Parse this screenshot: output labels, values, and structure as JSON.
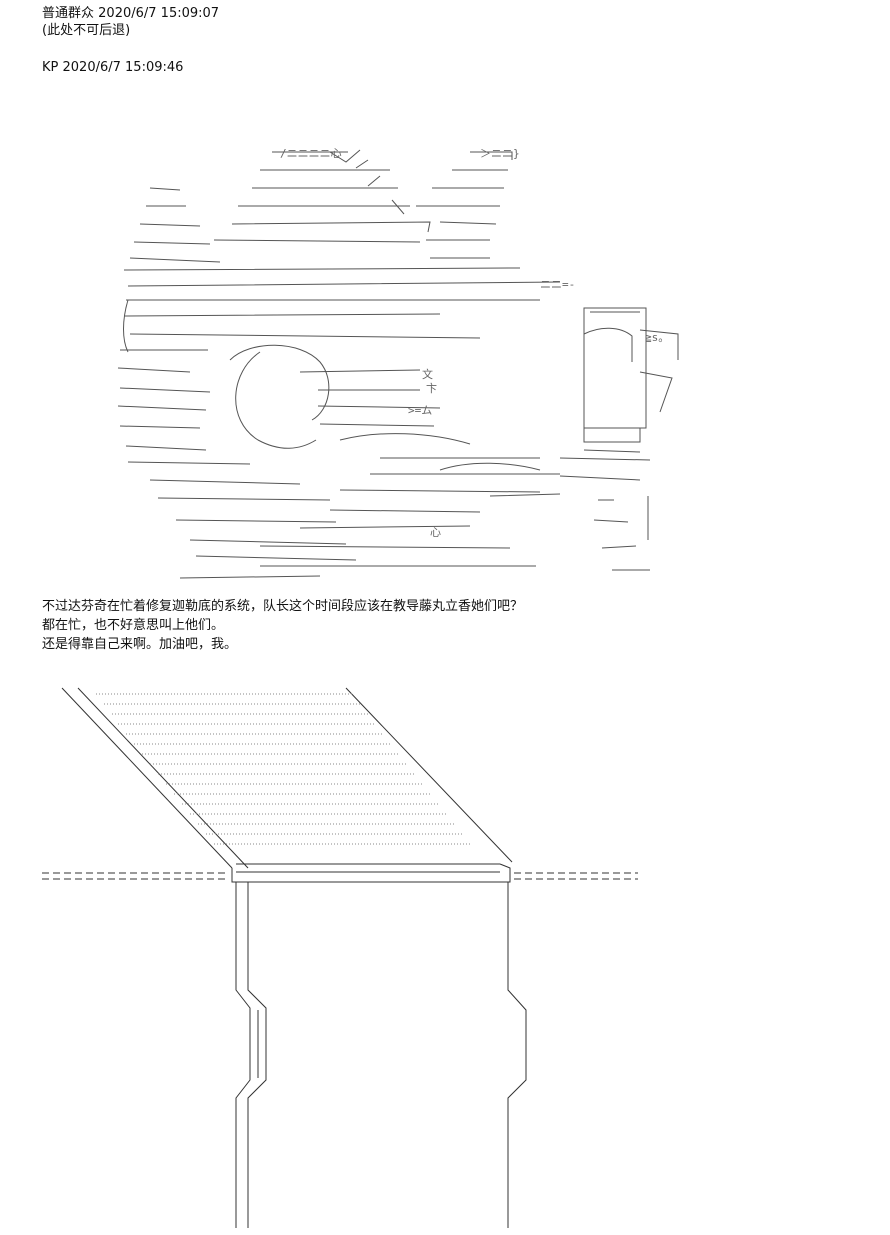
{
  "messages": [
    {
      "author": "普通群众",
      "timestamp": "2020/6/7 15:09:07",
      "body": "(此处不可后退)"
    },
    {
      "author": "KP",
      "timestamp": "2020/6/7 15:09:46"
    }
  ],
  "narration": [
    "不过达芬奇在忙着修复迦勒底的系统，队长这个时间段应该在教导藤丸立香她们吧？",
    "都在忙，也不好意思叫上他们。",
    "还是得靠自己来啊。加油吧，我。"
  ],
  "ascii_art": {
    "character": "ascii-art-character-with-headphones",
    "scene": "ascii-art-table-scene",
    "stroke_color": "#444444"
  }
}
